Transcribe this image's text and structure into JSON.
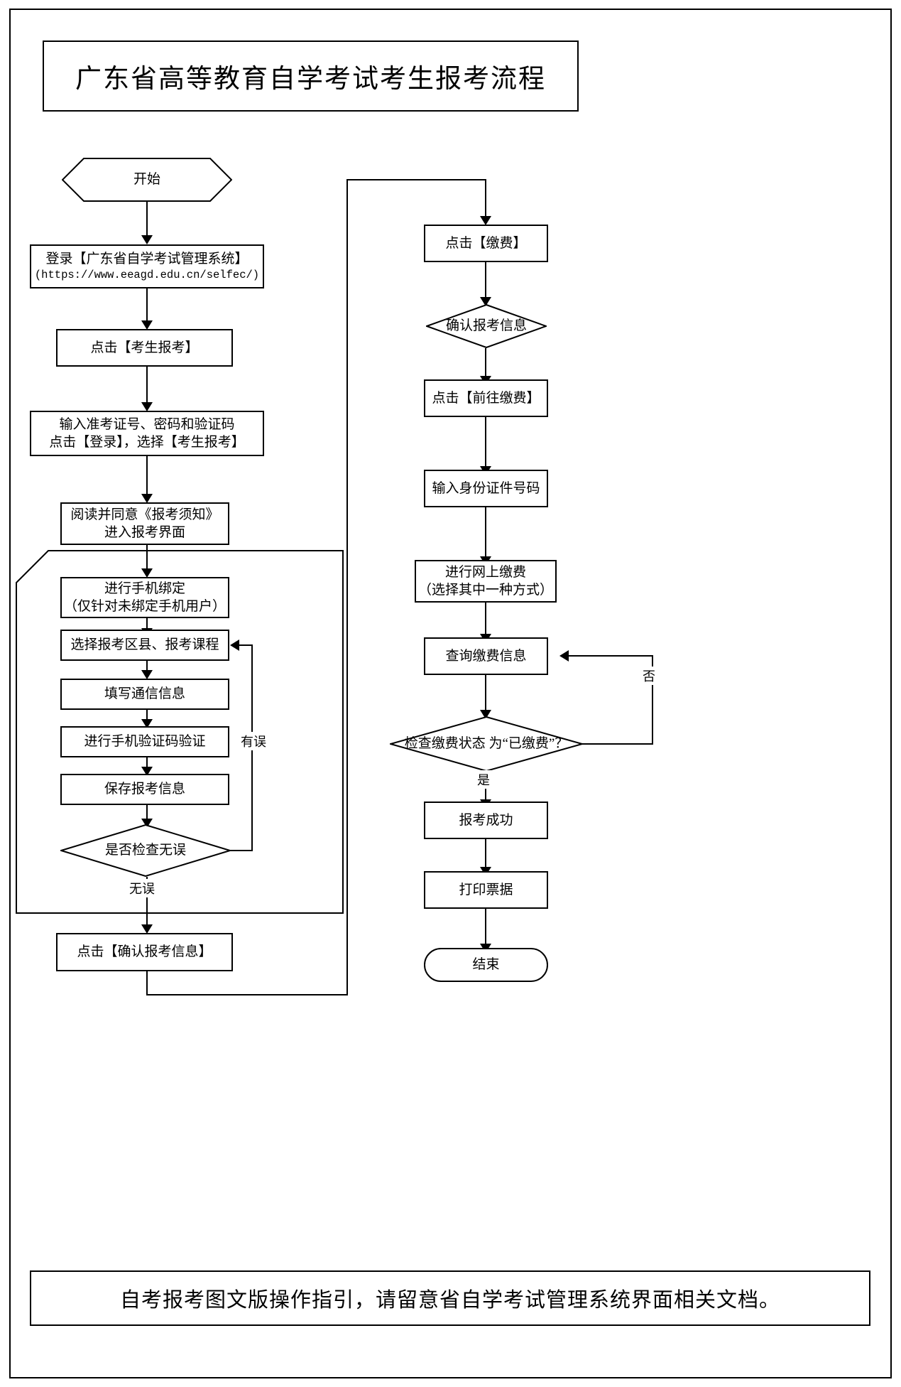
{
  "title": "广东省高等教育自学考试考生报考流程",
  "footer_note": "自考报考图文版操作指引，请留意省自学考试管理系统界面相关文档。",
  "flow": {
    "left_column": [
      {
        "id": "start",
        "shape": "hexagon",
        "text": "开始"
      },
      {
        "id": "login",
        "shape": "rect",
        "text": "登录【广东省自学考试管理系统】",
        "text2": "(https://www.eeagd.edu.cn/selfec/)"
      },
      {
        "id": "click-apply",
        "shape": "rect",
        "text": "点击【考生报考】"
      },
      {
        "id": "enter-credentials",
        "shape": "rect",
        "text": "输入准考证号、密码和验证码\n点击【登录】，选择【考生报考】"
      },
      {
        "id": "read-agree",
        "shape": "rect",
        "text": "阅读并同意《报考须知》\n进入报考界面"
      },
      {
        "id": "bind-phone",
        "shape": "rect",
        "text": "进行手机绑定\n（仅针对未绑定手机用户）"
      },
      {
        "id": "select-course",
        "shape": "rect",
        "text": "选择报考区县、报考课程"
      },
      {
        "id": "fill-contact",
        "shape": "rect",
        "text": "填写通信信息"
      },
      {
        "id": "verify-sms",
        "shape": "rect",
        "text": "进行手机验证码验证"
      },
      {
        "id": "save-info",
        "shape": "rect",
        "text": "保存报考信息"
      },
      {
        "id": "check-decision",
        "shape": "diamond",
        "text": "是否检查无误"
      },
      {
        "id": "confirm-info",
        "shape": "rect",
        "text": "点击【确认报考信息】"
      }
    ],
    "right_column": [
      {
        "id": "click-pay",
        "shape": "rect",
        "text": "点击【缴费】"
      },
      {
        "id": "confirm-exam-info",
        "shape": "diamond",
        "text": "确认报考信息"
      },
      {
        "id": "go-pay",
        "shape": "rect",
        "text": "点击【前往缴费】"
      },
      {
        "id": "enter-id",
        "shape": "rect",
        "text": "输入身份证件号码"
      },
      {
        "id": "online-pay",
        "shape": "rect",
        "text": "进行网上缴费\n（选择其中一种方式）"
      },
      {
        "id": "query-pay",
        "shape": "rect",
        "text": "查询缴费信息"
      },
      {
        "id": "pay-status",
        "shape": "diamond",
        "text": "检查缴费状态\n为“已缴费”？"
      },
      {
        "id": "apply-success",
        "shape": "rect",
        "text": "报考成功"
      },
      {
        "id": "print-receipt",
        "shape": "rect",
        "text": "打印票据"
      },
      {
        "id": "end",
        "shape": "rounded",
        "text": "结束"
      }
    ],
    "edge_labels": {
      "error": "有误",
      "no_error": "无误",
      "no": "否",
      "yes": "是"
    }
  },
  "colors": {
    "stroke": "#000000",
    "background": "#ffffff"
  }
}
